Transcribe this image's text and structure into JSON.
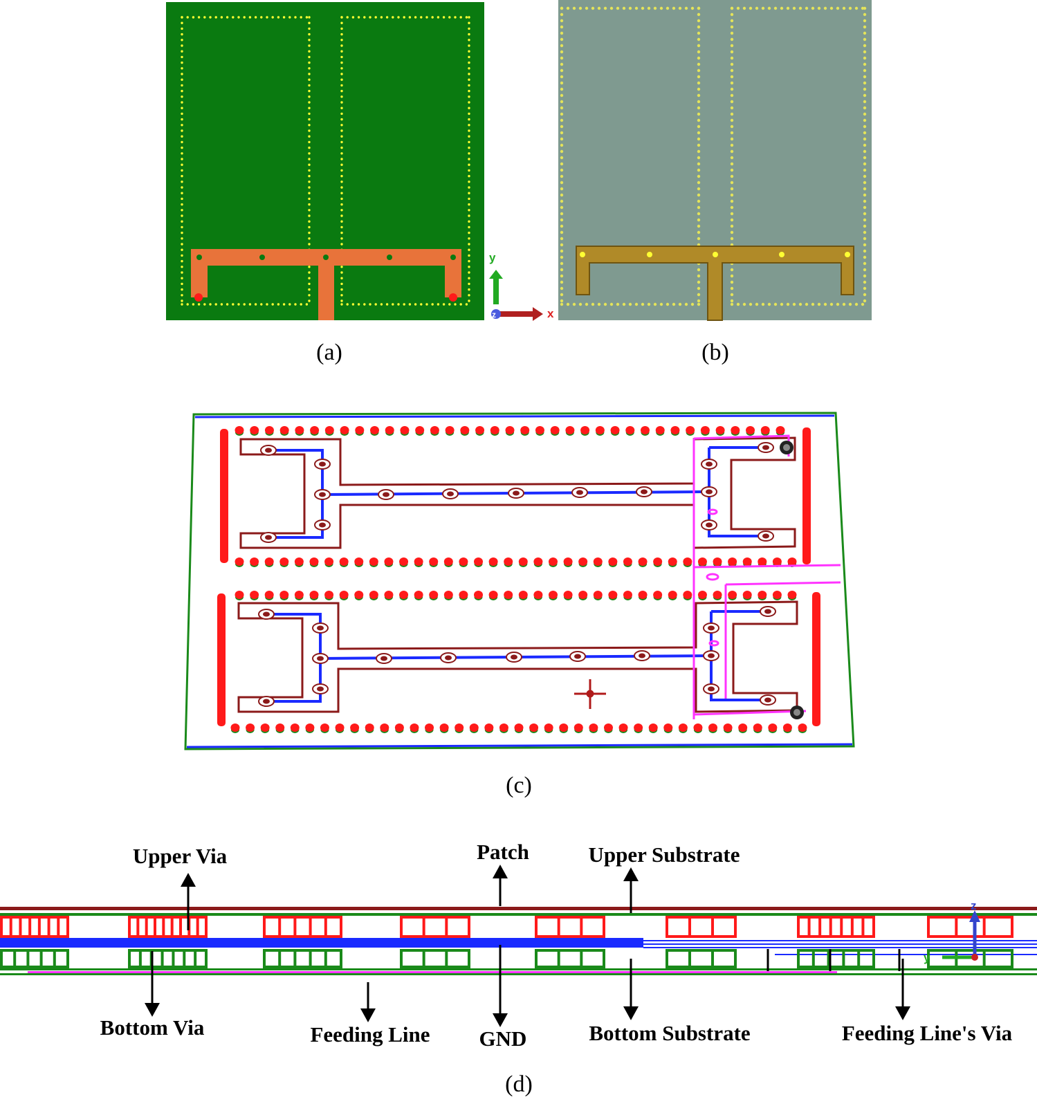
{
  "captions": {
    "a": "(a)",
    "b": "(b)",
    "c": "(c)",
    "d": "(d)"
  },
  "axes": {
    "y": "y",
    "x": "x",
    "z": "z"
  },
  "labels": {
    "upper_via": "Upper Via",
    "patch": "Patch",
    "upper_substrate": "Upper Substrate",
    "bottom_via": "Bottom Via",
    "feeding_line": "Feeding Line",
    "gnd": "GND",
    "bottom_substrate": "Bottom Substrate",
    "feeding_line_via": "Feeding Line's Via"
  },
  "colors": {
    "board_green": "#0a7a10",
    "feed_orange": "#e8733a",
    "via_yellow": "#ffff33",
    "photo_gray": "#7f9a90",
    "gold": "#b08a28",
    "via_red": "#ff1a1a",
    "via_green": "#1a8a1a",
    "trace_blue": "#1a2aff",
    "outline_maroon": "#8b1a1a",
    "magenta": "#ff33ff"
  }
}
